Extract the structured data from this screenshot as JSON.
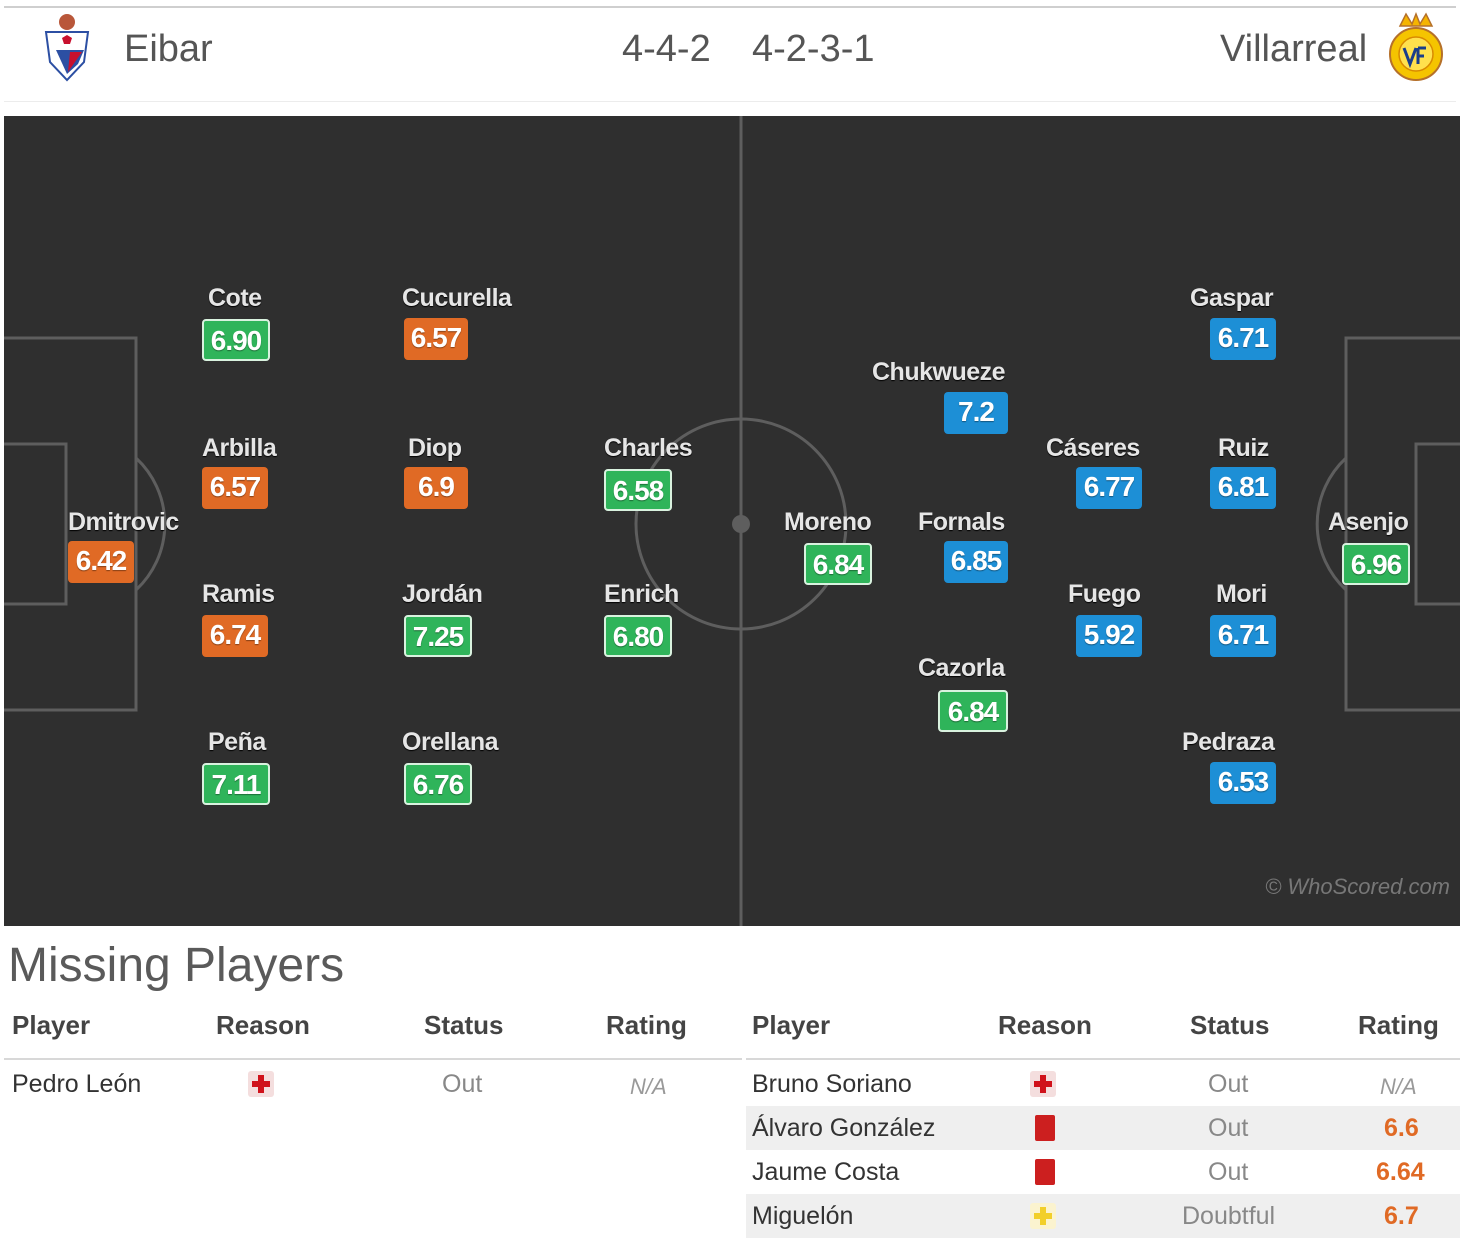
{
  "header": {
    "home_team": "Eibar",
    "home_formation": "4-4-2",
    "away_formation": "4-2-3-1",
    "away_team": "Villarreal"
  },
  "pitch": {
    "watermark": "© WhoScored.com",
    "home_players": {
      "cote": {
        "name": "Cote",
        "rating": "6.90",
        "color": "green"
      },
      "cucurella": {
        "name": "Cucurella",
        "rating": "6.57",
        "color": "orange"
      },
      "arbilla": {
        "name": "Arbilla",
        "rating": "6.57",
        "color": "orange"
      },
      "diop": {
        "name": "Diop",
        "rating": "6.9",
        "color": "orange"
      },
      "charles": {
        "name": "Charles",
        "rating": "6.58",
        "color": "green"
      },
      "dmitrovic": {
        "name": "Dmitrovic",
        "rating": "6.42",
        "color": "orange"
      },
      "ramis": {
        "name": "Ramis",
        "rating": "6.74",
        "color": "orange"
      },
      "jordan": {
        "name": "Jordán",
        "rating": "7.25",
        "color": "green"
      },
      "enrich": {
        "name": "Enrich",
        "rating": "6.80",
        "color": "green"
      },
      "pena": {
        "name": "Peña",
        "rating": "7.11",
        "color": "green"
      },
      "orellana": {
        "name": "Orellana",
        "rating": "6.76",
        "color": "green"
      }
    },
    "away_players": {
      "gaspar": {
        "name": "Gaspar",
        "rating": "6.71",
        "color": "blue"
      },
      "chukwueze": {
        "name": "Chukwueze",
        "rating": "7.2",
        "color": "blue"
      },
      "caseres": {
        "name": "Cáseres",
        "rating": "6.77",
        "color": "blue"
      },
      "ruiz": {
        "name": "Ruiz",
        "rating": "6.81",
        "color": "blue"
      },
      "moreno": {
        "name": "Moreno",
        "rating": "6.84",
        "color": "green"
      },
      "fornals": {
        "name": "Fornals",
        "rating": "6.85",
        "color": "blue"
      },
      "asenjo": {
        "name": "Asenjo",
        "rating": "6.96",
        "color": "green"
      },
      "fuego": {
        "name": "Fuego",
        "rating": "5.92",
        "color": "blue"
      },
      "mori": {
        "name": "Mori",
        "rating": "6.71",
        "color": "blue"
      },
      "cazorla": {
        "name": "Cazorla",
        "rating": "6.84",
        "color": "green"
      },
      "pedraza": {
        "name": "Pedraza",
        "rating": "6.53",
        "color": "blue"
      }
    },
    "colors": {
      "green": "#2fb45a",
      "orange": "#e06a25",
      "blue": "#1d8fd6",
      "pitch": "#2f2f2f"
    }
  },
  "missing": {
    "title": "Missing Players",
    "headers": {
      "player": "Player",
      "reason": "Reason",
      "status": "Status",
      "rating": "Rating"
    },
    "home": [
      {
        "player": "Pedro León",
        "reason_icon": "injury-cross-icon",
        "status": "Out",
        "rating": "N/A"
      }
    ],
    "away": [
      {
        "player": "Bruno Soriano",
        "reason_icon": "injury-cross-icon",
        "status": "Out",
        "rating": "N/A"
      },
      {
        "player": "Álvaro González",
        "reason_icon": "red-card-icon",
        "status": "Out",
        "rating": "6.6"
      },
      {
        "player": "Jaume Costa",
        "reason_icon": "red-card-icon",
        "status": "Out",
        "rating": "6.64"
      },
      {
        "player": "Miguelón",
        "reason_icon": "doubtful-cross-icon",
        "status": "Doubtful",
        "rating": "6.7"
      }
    ]
  }
}
